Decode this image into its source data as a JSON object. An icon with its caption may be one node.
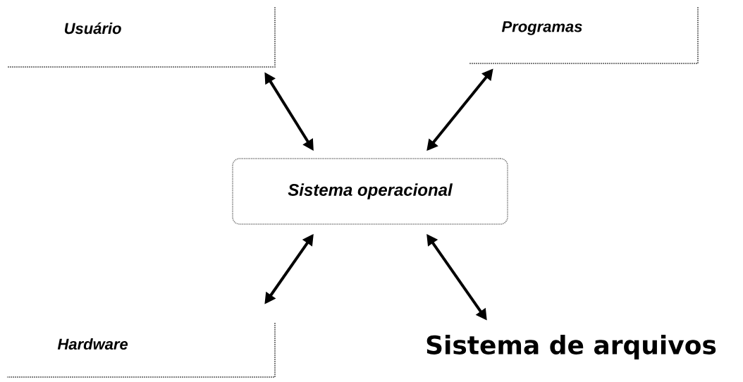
{
  "diagram": {
    "nodes": [
      {
        "text": [
          "Usuário"
        ]
      },
      {
        "text": [
          "Programas"
        ]
      },
      {
        "text": [
          "Sistema operacional"
        ]
      },
      {
        "text": [
          "Hardware"
        ]
      },
      {
        "text": [
          "Sistema de arquivos"
        ]
      }
    ],
    "edges": [
      {
        "from": 2,
        "to": 0,
        "arrow": "both"
      },
      {
        "from": 2,
        "to": 1,
        "arrow": "both"
      },
      {
        "from": 2,
        "to": 3,
        "arrow": "both"
      },
      {
        "from": 2,
        "to": 4,
        "arrow": "both"
      }
    ]
  }
}
